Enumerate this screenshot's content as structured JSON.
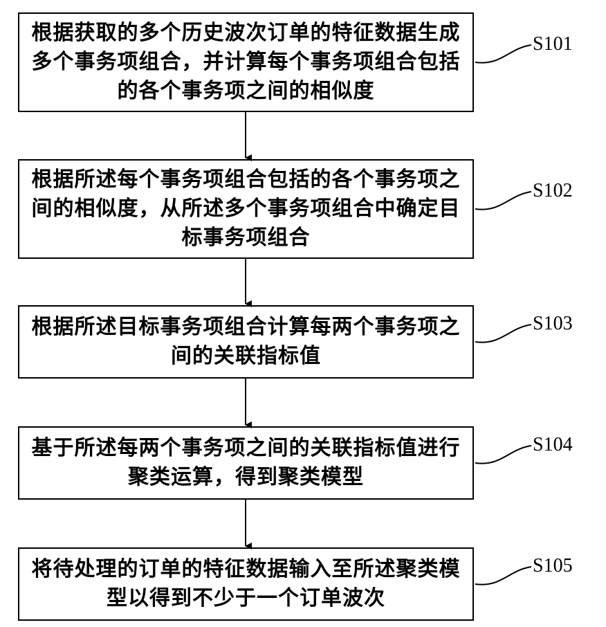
{
  "steps": [
    {
      "id": "S101",
      "text": "根据获取的多个历史波次订单的特征数据生成多个事务项组合，并计算每个事务项组合包括的各个事务项之间的相似度"
    },
    {
      "id": "S102",
      "text": "根据所述每个事务项组合包括的各个事务项之间的相似度，从所述多个事务项组合中确定目标事务项组合"
    },
    {
      "id": "S103",
      "text": "根据所述目标事务项组合计算每两个事务项之间的关联指标值"
    },
    {
      "id": "S104",
      "text": "基于所述每两个事务项之间的关联指标值进行聚类运算，得到聚类模型"
    },
    {
      "id": "S105",
      "text": "将待处理的订单的特征数据输入至所述聚类模型以得到不少于一个订单波次"
    }
  ]
}
